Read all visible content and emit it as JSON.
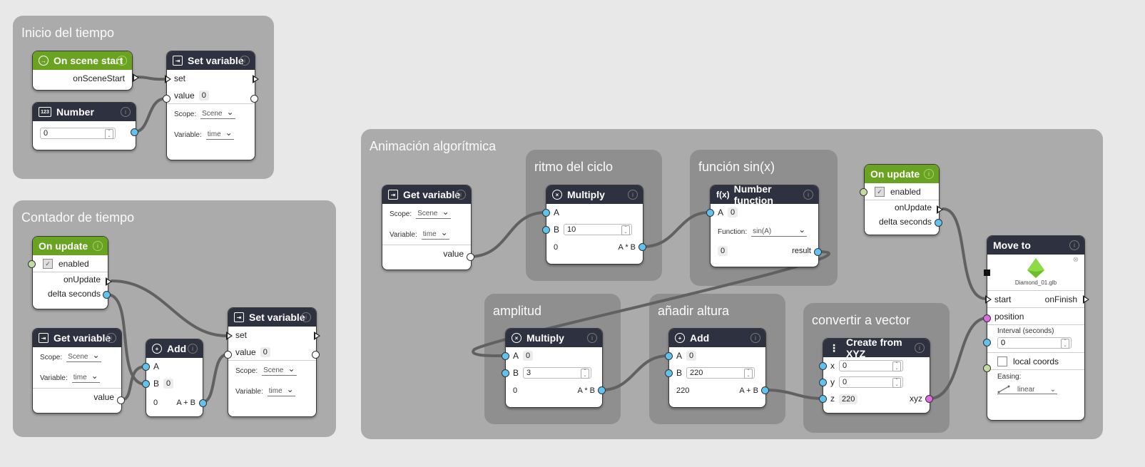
{
  "groups": {
    "inicio": "Inicio del tiempo",
    "contador": "Contador de tiempo",
    "animacion": "Animación algorítmica",
    "ritmo": "ritmo del ciclo",
    "funcion": "función sin(x)",
    "amplitud": "amplitud",
    "altura": "añadir altura",
    "vector": "convertir a vector"
  },
  "nodes": {
    "on_scene_start": {
      "title": "On scene start",
      "out": "onSceneStart"
    },
    "set_var_1": {
      "title": "Set variable",
      "set": "set",
      "value_label": "value",
      "value": "0",
      "scope_label": "Scope:",
      "scope": "Scene",
      "variable_label": "Variable:",
      "variable": "time"
    },
    "number": {
      "title": "Number",
      "value": "0",
      "icon": "123"
    },
    "on_update_1": {
      "title": "On update",
      "enabled": "enabled",
      "out": "onUpdate",
      "delta": "delta seconds"
    },
    "get_var_1": {
      "title": "Get variable",
      "scope_label": "Scope:",
      "scope": "Scene",
      "variable_label": "Variable:",
      "variable": "time",
      "out": "value"
    },
    "add_1": {
      "title": "Add",
      "a": "A",
      "b": "B",
      "b_val": "0",
      "result_val": "0",
      "out": "A + B"
    },
    "set_var_2": {
      "title": "Set variable",
      "set": "set",
      "value_label": "value",
      "value": "0",
      "scope_label": "Scope:",
      "scope": "Scene",
      "variable_label": "Variable:",
      "variable": "time"
    },
    "get_var_2": {
      "title": "Get variable",
      "scope_label": "Scope:",
      "scope": "Scene",
      "variable_label": "Variable:",
      "variable": "time",
      "out": "value"
    },
    "multiply_1": {
      "title": "Multiply",
      "a": "A",
      "b": "B",
      "b_val": "10",
      "result_val": "0",
      "out": "A * B"
    },
    "number_fn": {
      "title": "Number function",
      "icon": "f(x)",
      "a": "A",
      "a_val": "0",
      "fn_label": "Function:",
      "fn": "sin(A)",
      "result_val": "0",
      "out": "result"
    },
    "on_update_2": {
      "title": "On update",
      "enabled": "enabled",
      "out": "onUpdate",
      "delta": "delta seconds"
    },
    "multiply_2": {
      "title": "Multiply",
      "a": "A",
      "a_val": "0",
      "b": "B",
      "b_val": "3",
      "result_val": "0",
      "out": "A * B"
    },
    "add_2": {
      "title": "Add",
      "a": "A",
      "a_val": "0",
      "b": "B",
      "b_val": "220",
      "result_val": "220",
      "out": "A + B"
    },
    "create_xyz": {
      "title": "Create from XYZ",
      "x": "x",
      "x_val": "0",
      "y": "y",
      "y_val": "0",
      "z": "z",
      "z_val": "220",
      "out": "xyz"
    },
    "move_to": {
      "title": "Move to",
      "asset": "Diamond_01.glb",
      "start": "start",
      "finish": "onFinish",
      "position": "position",
      "interval_label": "Interval (seconds)",
      "interval": "0",
      "local": "local coords",
      "easing_label": "Easing:",
      "easing": "linear"
    }
  },
  "colors": {
    "wire": "#616161",
    "header": "#2e3140",
    "header_event": "#6aa321",
    "port_number": "#5fc3ef",
    "port_vector": "#e06be0",
    "port_bool": "#c2dca4",
    "diamond": "#6cbf2a"
  }
}
